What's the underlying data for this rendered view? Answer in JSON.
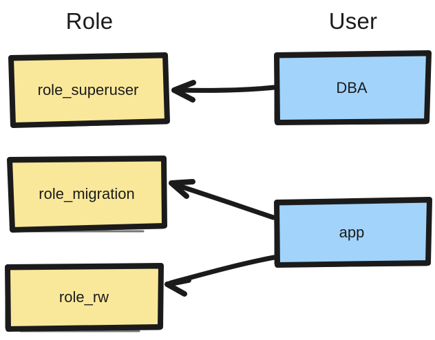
{
  "diagram": {
    "title_columns": {
      "role": "Role",
      "user": "User"
    },
    "colors": {
      "role_fill": "#fae89a",
      "user_fill": "#a2d4fb",
      "stroke": "#1b1b1b",
      "text": "#1b1b1b",
      "background": "#ffffff"
    },
    "nodes": [
      {
        "id": "role_superuser",
        "label": "role_superuser",
        "column": "Role",
        "fill": "#fae89a"
      },
      {
        "id": "role_migration",
        "label": "role_migration",
        "column": "Role",
        "fill": "#fae89a"
      },
      {
        "id": "role_rw",
        "label": "role_rw",
        "column": "Role",
        "fill": "#fae89a"
      },
      {
        "id": "dba",
        "label": "DBA",
        "column": "User",
        "fill": "#a2d4fb"
      },
      {
        "id": "app",
        "label": "app",
        "column": "User",
        "fill": "#a2d4fb"
      }
    ],
    "edges": [
      {
        "id": "dba-to-role-superuser",
        "from": "dba",
        "to": "role_superuser",
        "arrow": "left"
      },
      {
        "id": "app-to-role-migration",
        "from": "app",
        "to": "role_migration",
        "arrow": "left"
      },
      {
        "id": "app-to-role-rw",
        "from": "app",
        "to": "role_rw",
        "arrow": "left"
      }
    ]
  }
}
